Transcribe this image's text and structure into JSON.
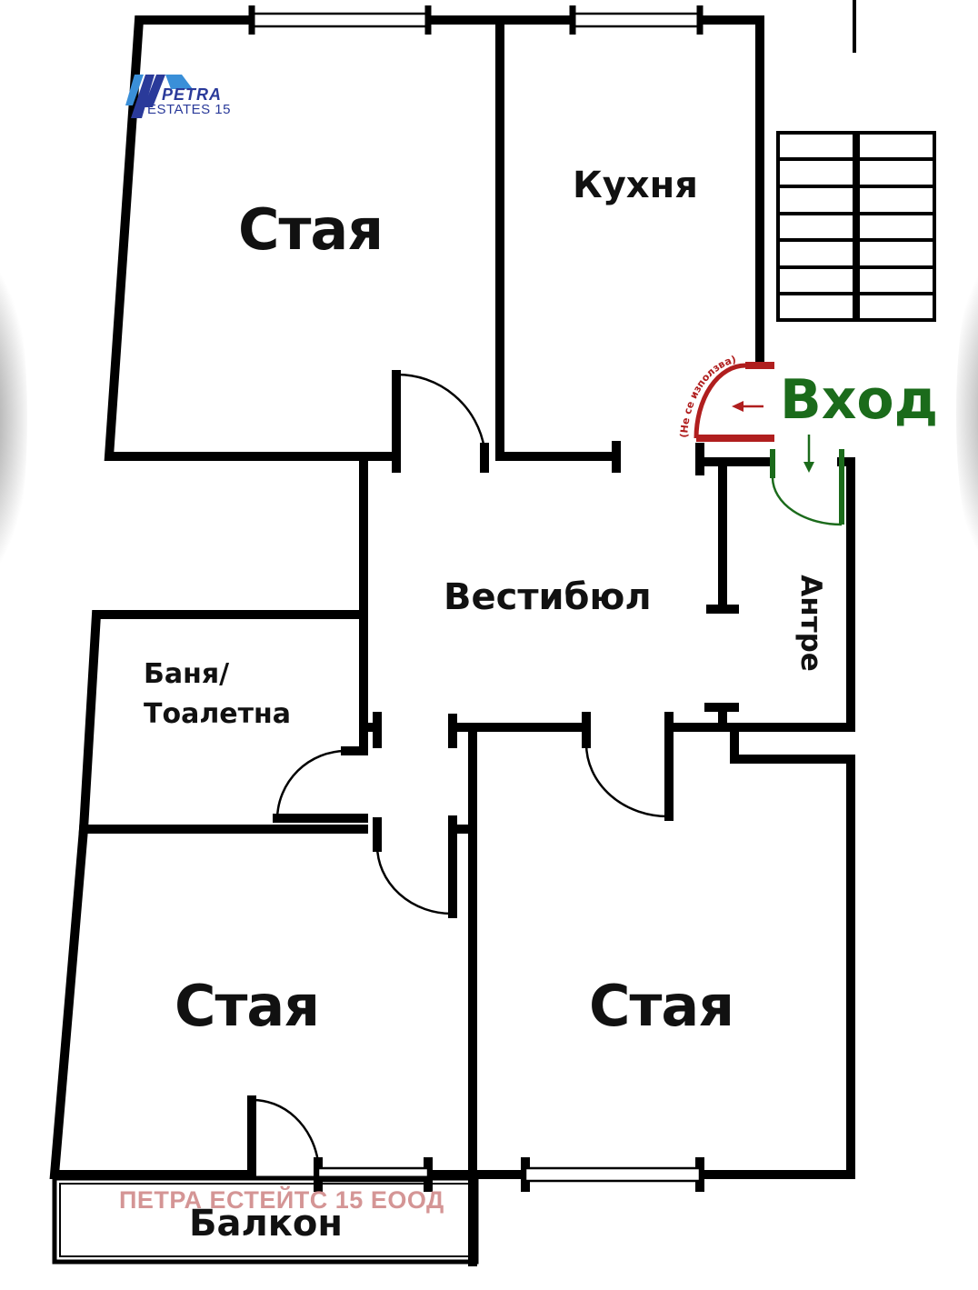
{
  "logo": {
    "line1": "PETRA",
    "line2": "ESTATES 15",
    "colors": {
      "primary": "#2a3a9a",
      "accent": "#3a8fd8"
    }
  },
  "rooms": {
    "room_top_left": "Стая",
    "kitchen": "Кухня",
    "hall": "Вестибюл",
    "entry_hall": "Антре",
    "bathroom_line1": "Баня/",
    "bathroom_line2": "Тоалетна",
    "room_bottom_left": "Стая",
    "room_bottom_right": "Стая",
    "balcony": "Балкон"
  },
  "entrance": {
    "label": "Вход",
    "unused_door_note": "(Не се използва)",
    "colors": {
      "entrance": "#1b6b1b",
      "unused": "#b01e1e"
    }
  },
  "watermark": "ПЕТРА ЕСТЕЙТС 15 ЕООД",
  "colors": {
    "walls": "#000000",
    "background": "#ffffff",
    "watermark": "#d08a8a"
  }
}
